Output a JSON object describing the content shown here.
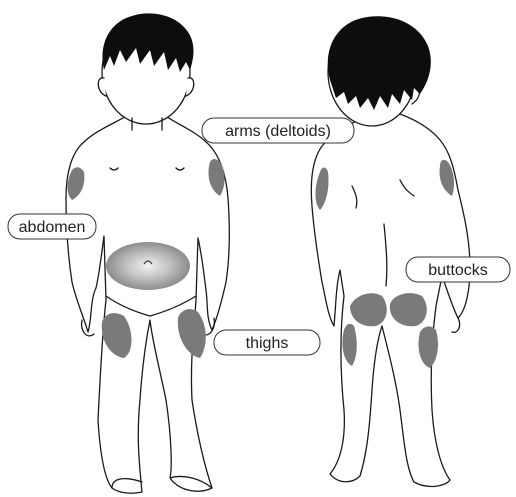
{
  "labels": {
    "arms": "arms (deltoids)",
    "abdomen": "abdomen",
    "thighs": "thighs",
    "buttocks": "buttocks"
  },
  "colors": {
    "outline": "#1a1a1a",
    "hair": "#0d0d0d",
    "site_fill": "#7a7a7a",
    "abdomen_fill": "#9a9a9a",
    "label_border": "#333333"
  }
}
